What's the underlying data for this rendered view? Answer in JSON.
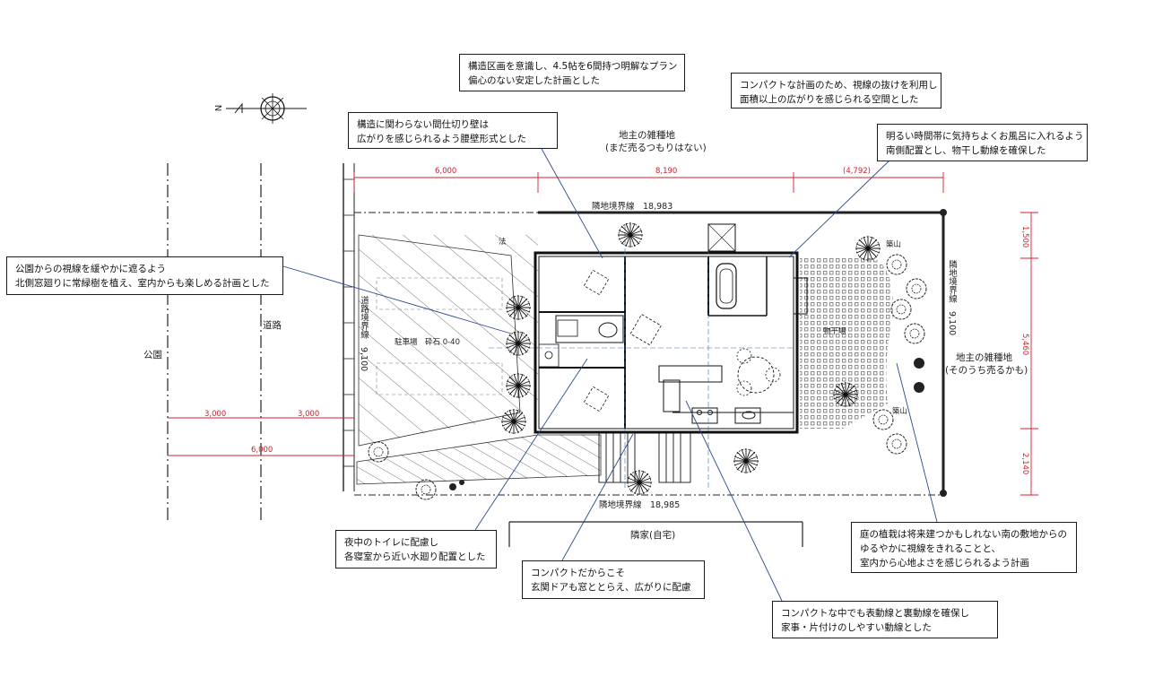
{
  "notes": {
    "structure": [
      "構造区画を意識し、4.5帖を6間持つ明解なプラン",
      "偏心のない安定した計画とした"
    ],
    "view": [
      "コンパクトな計画のため、視線の抜けを利用し",
      "面積以上の広がりを感じられる空間とした"
    ],
    "partition": [
      "構造に関わらない間仕切り壁は",
      "広がりを感じられるよう腰壁形式とした"
    ],
    "bath": [
      "明るい時間帯に気持ちよくお風呂に入れるよう",
      "南側配置とし、物干し動線を確保した"
    ],
    "park": [
      "公園からの視線を緩やかに遮るよう",
      "北側窓廻りに常緑樹を植え、室内からも楽しめる計画とした"
    ],
    "toilet": [
      "夜中のトイレに配慮し",
      "各寝室から近い水廻り配置とした"
    ],
    "entrance": [
      "コンパクトだからこそ",
      "玄関ドアも窓ととらえ、広がりに配慮"
    ],
    "circulation": [
      "コンパクトな中でも表動線と裏動線を確保し",
      "家事・片付けのしやすい動線とした"
    ],
    "garden": [
      "庭の植栽は将来建つかもしれない南の敷地からの",
      "ゆるやかに視線をきれることと、",
      "室内から心地よさを感じられるよう計画"
    ]
  },
  "labels": {
    "land_top_1": "地主の雑種地",
    "land_top_2": "(まだ売るつもりはない)",
    "land_right_1": "地主の雑種地",
    "land_right_2": "(そのうち売るかも)",
    "boundary_top": "隣地境界線　18,983",
    "boundary_bottom": "隣地境界線　18,985",
    "boundary_right": "隣地境界線　9,100",
    "boundary_road": "道路境界線　9,100",
    "road": "道路",
    "park": "公園",
    "neighbor": "隣家(自宅)",
    "parking": "駐車場　砕石 0-40",
    "slope": "法",
    "mound_1": "築山",
    "mound_2": "築山",
    "drying": "物干場"
  },
  "dimensions": {
    "top_1": "6,000",
    "top_2": "8,190",
    "top_3": "(4,792)",
    "right_1": "1,500",
    "right_2": "5,460",
    "right_3": "2,140",
    "road_1": "3,000",
    "road_2": "3,000",
    "road_total": "6,000"
  },
  "compass": {
    "north_label": "N"
  },
  "colors": {
    "line": "#1a1a1a",
    "dimension": "#d0202c",
    "leader": "#2b4a8c",
    "hatch": "#555555"
  }
}
